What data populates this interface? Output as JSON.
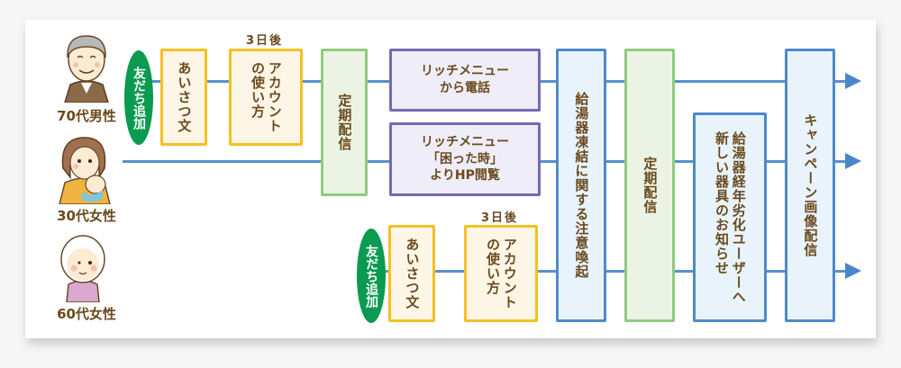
{
  "personas": [
    {
      "label": "70代男性",
      "icon": "elderly-man-icon"
    },
    {
      "label": "30代女性",
      "icon": "mother-with-baby-icon"
    },
    {
      "label": "60代女性",
      "icon": "elderly-woman-icon"
    }
  ],
  "flow_top": {
    "friend_add": "友だち追加",
    "greeting": "あいさつ文",
    "delay_note": "3日後",
    "account_usage": "アカウント\nの使い方"
  },
  "flow_bottom": {
    "friend_add": "友だち追加",
    "greeting": "あいさつ文",
    "delay_note": "3日後",
    "account_usage": "アカウント\nの使い方"
  },
  "regular_delivery_1": "定期配信",
  "rich_menu_call": "リッチメニュー\nから電話",
  "rich_menu_hp": "リッチメニュー\n「困った時」\nよりHP閲覧",
  "freeze_warning": "給湯器凍結に関する注意喚起",
  "regular_delivery_2": "定期配信",
  "aging_notice": "給湯器経年劣化ユーザーへ\n新しい器具のお知らせ",
  "campaign": "キャンペーン画像配信",
  "colors": {
    "line": "#5a8fcf",
    "friend_add": "#0a9a50",
    "yellow_border": "#f5c024",
    "green_border": "#8fcb80",
    "purple_border": "#7968b4",
    "blue_border": "#4f89ca",
    "text": "#6a4a1e"
  }
}
